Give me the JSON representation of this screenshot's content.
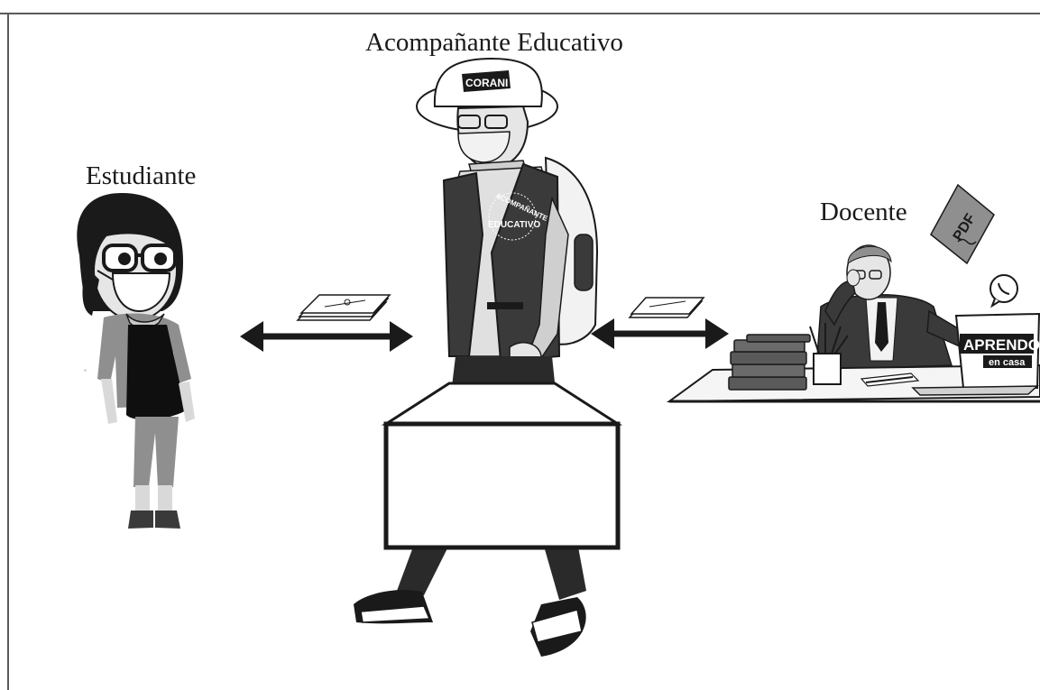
{
  "labels": {
    "companion": "Acompañante Educativo",
    "student": "Estudiante",
    "teacher": "Docente"
  },
  "companion_badges": {
    "hat": "CORANI",
    "vest_top": "ACOMPAÑANTE",
    "vest_bottom": "EDUCATIVO"
  },
  "teacher_items": {
    "file_badge": "PDF",
    "laptop_brand_main": "APRENDO",
    "laptop_brand_sub": "en casa"
  },
  "icons": {
    "chat": "whatsapp-icon",
    "file": "pdf-icon",
    "documents": "document-stack-icon",
    "arrows": "double-arrow-icon"
  },
  "colors": {
    "ink": "#1a1a1a",
    "mid_gray": "#8f8f8f",
    "dark_gray": "#3a3a3a",
    "light_gray": "#cfcfcf",
    "skin": "#e6e6e6"
  }
}
